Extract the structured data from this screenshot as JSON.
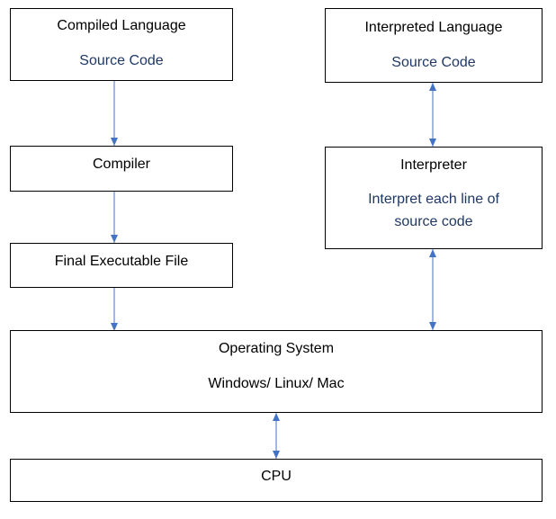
{
  "boxes": {
    "compiled_language": {
      "title": "Compiled Language",
      "subtitle": "Source Code"
    },
    "interpreted_language": {
      "title": "Interpreted Language",
      "subtitle": "Source Code"
    },
    "compiler": {
      "title": "Compiler"
    },
    "interpreter": {
      "title": "Interpreter",
      "subtitle_line1": "Interpret each line of",
      "subtitle_line2": "source code"
    },
    "final_executable": {
      "title": "Final Executable File"
    },
    "operating_system": {
      "title": "Operating System",
      "subtitle": "Windows/ Linux/ Mac"
    },
    "cpu": {
      "title": "CPU"
    }
  },
  "colors": {
    "box_border": "#000000",
    "arrow": "#4472c4",
    "subtitle_text": "#1f3864"
  }
}
